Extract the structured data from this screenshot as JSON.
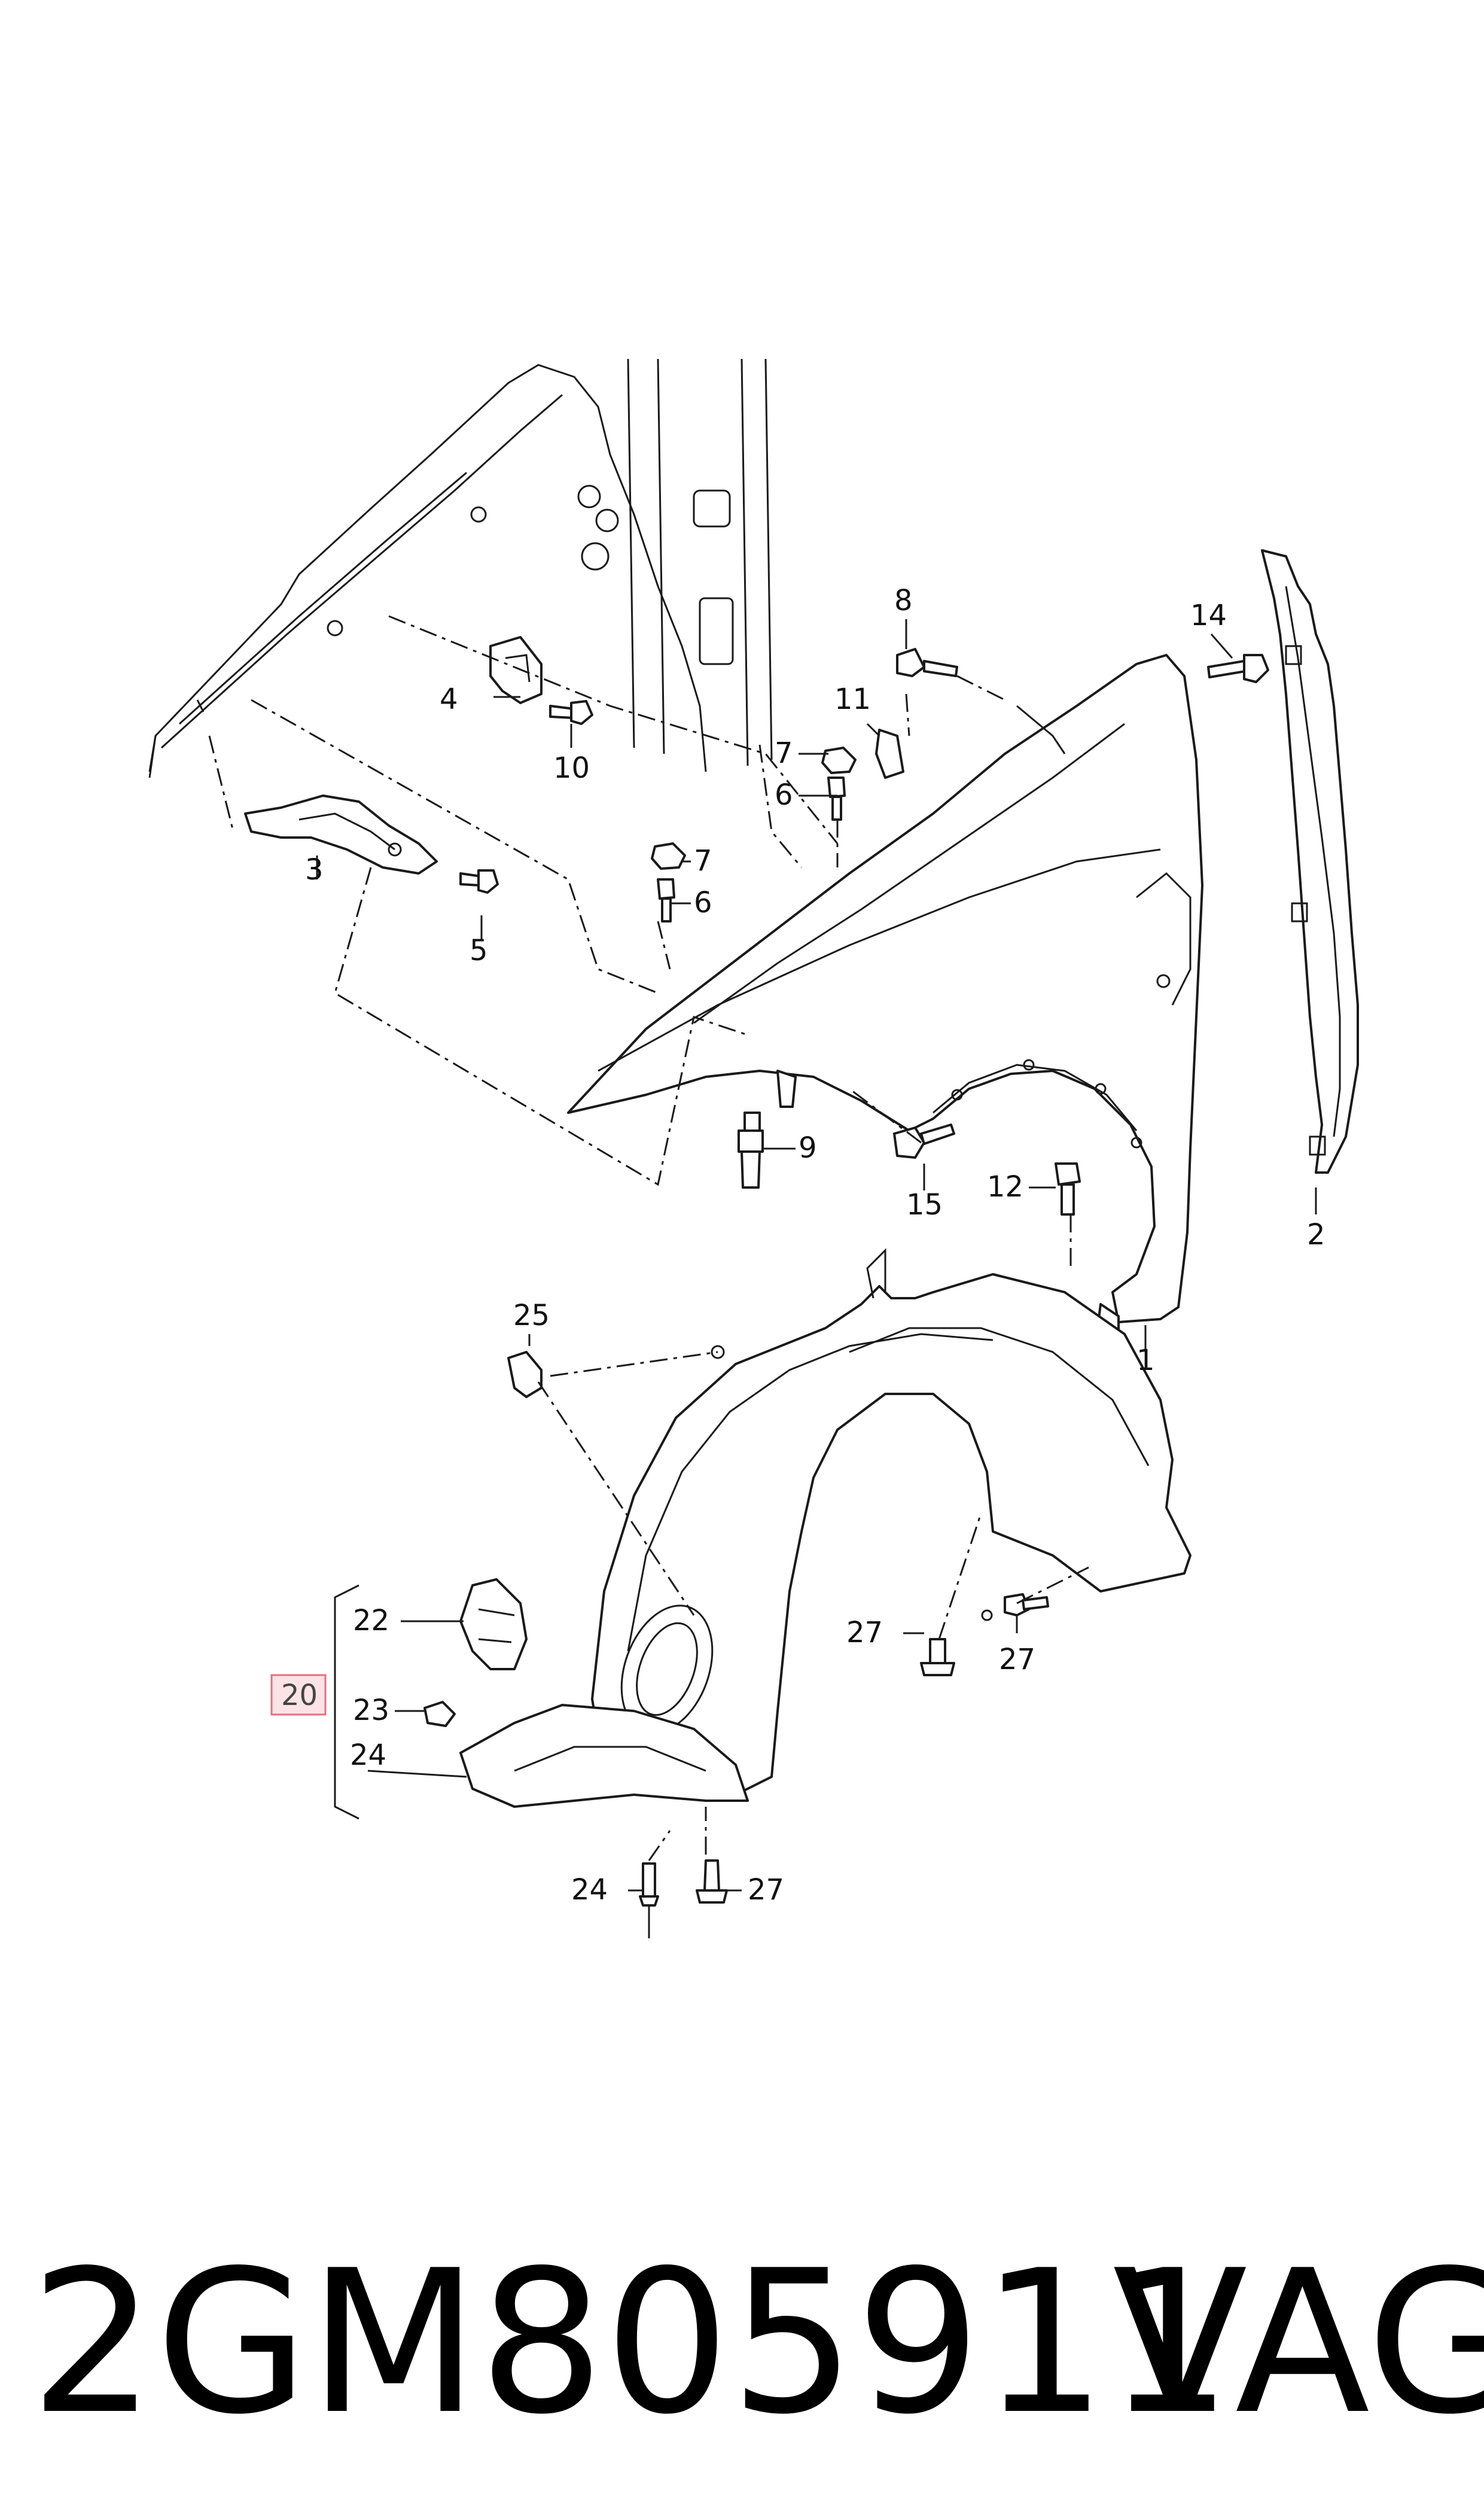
{
  "callouts": [
    {
      "id": "c1",
      "label": "1"
    },
    {
      "id": "c2",
      "label": "2"
    },
    {
      "id": "c3",
      "label": "3"
    },
    {
      "id": "c4",
      "label": "4"
    },
    {
      "id": "c5",
      "label": "5"
    },
    {
      "id": "c6a",
      "label": "6"
    },
    {
      "id": "c6b",
      "label": "6"
    },
    {
      "id": "c7a",
      "label": "7"
    },
    {
      "id": "c7b",
      "label": "7"
    },
    {
      "id": "c8",
      "label": "8"
    },
    {
      "id": "c9",
      "label": "9"
    },
    {
      "id": "c10",
      "label": "10"
    },
    {
      "id": "c11",
      "label": "11"
    },
    {
      "id": "c12",
      "label": "12"
    },
    {
      "id": "c14",
      "label": "14"
    },
    {
      "id": "c15",
      "label": "15"
    },
    {
      "id": "c20",
      "label": "20"
    },
    {
      "id": "c22",
      "label": "22"
    },
    {
      "id": "c23",
      "label": "23"
    },
    {
      "id": "c24a",
      "label": "24"
    },
    {
      "id": "c24b",
      "label": "24"
    },
    {
      "id": "c25",
      "label": "25"
    },
    {
      "id": "c27a",
      "label": "27"
    },
    {
      "id": "c27b",
      "label": "27"
    },
    {
      "id": "c27c",
      "label": "27"
    }
  ],
  "highlighted_callout": "20",
  "caption": {
    "part_number": "2GM805911",
    "brand": "VAG"
  },
  "colors": {
    "line": "#1a1a1a",
    "highlight_fill": "#fbe3e6",
    "highlight_stroke": "#e07080"
  }
}
